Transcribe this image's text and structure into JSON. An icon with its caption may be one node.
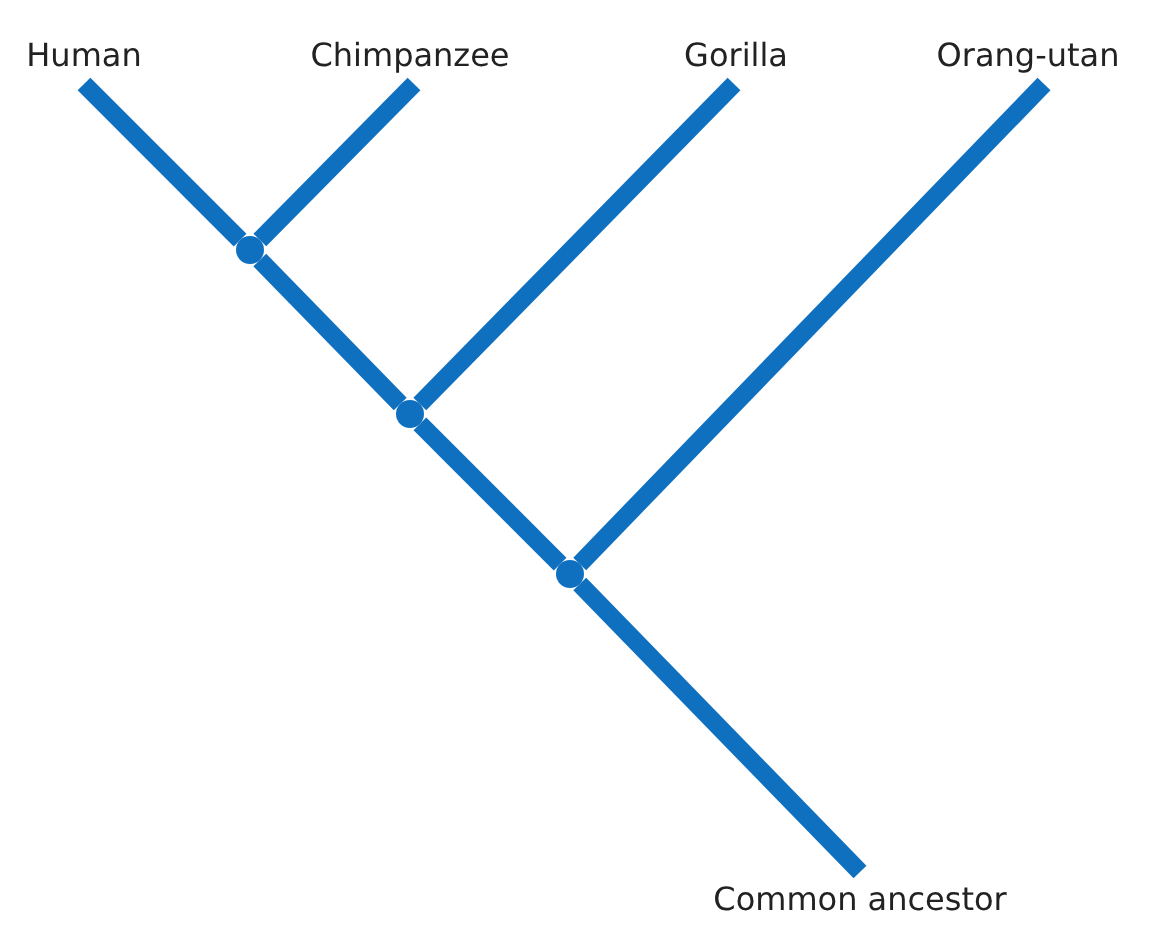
{
  "diagram": {
    "nodes": [
      {
        "text": [
          "Human"
        ]
      },
      {
        "text": [
          "Chimpanzee"
        ]
      },
      {
        "text": [
          "Gorilla"
        ]
      },
      {
        "text": [
          "Orang-utan"
        ]
      },
      {
        "text": [],
        "shape": "point"
      },
      {
        "text": [],
        "shape": "point"
      },
      {
        "text": [],
        "shape": "point"
      },
      {
        "text": [
          "Common ancestor"
        ]
      }
    ],
    "edges": [
      {
        "from": 0,
        "to": 4,
        "arrow": "none"
      },
      {
        "from": 1,
        "to": 4,
        "arrow": "none"
      },
      {
        "from": 4,
        "to": 5,
        "arrow": "none"
      },
      {
        "from": 2,
        "to": 5,
        "arrow": "none"
      },
      {
        "from": 5,
        "to": 6,
        "arrow": "none"
      },
      {
        "from": 3,
        "to": 6,
        "arrow": "none"
      },
      {
        "from": 6,
        "to": 7,
        "arrow": "none"
      }
    ]
  }
}
